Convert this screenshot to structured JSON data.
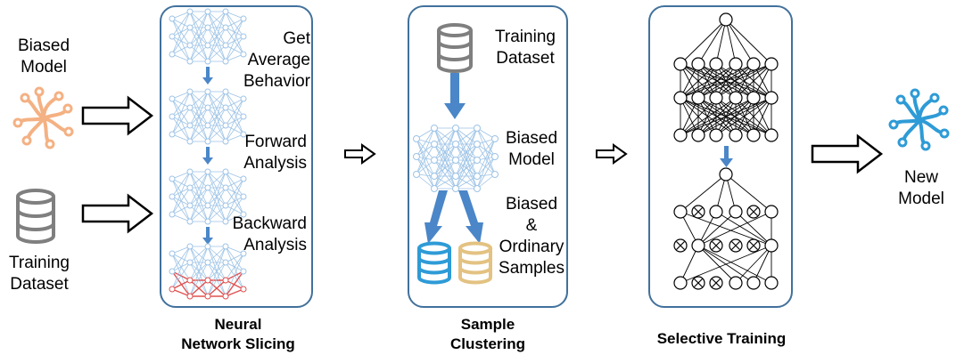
{
  "inputs": {
    "model_label_line1": "Biased",
    "model_label_line2": "Model",
    "dataset_label_line1": "Training",
    "dataset_label_line2": "Dataset"
  },
  "slicing": {
    "step1_line1": "Get",
    "step1_line2": "Average",
    "step1_line3": "Behavior",
    "step2_line1": "Forward",
    "step2_line2": "Analysis",
    "step3_line1": "Backward",
    "step3_line2": "Analysis",
    "caption_line1": "Neural",
    "caption_line2": "Network Slicing"
  },
  "clustering": {
    "dataset_line1": "Training",
    "dataset_line2": "Dataset",
    "model_line1": "Biased",
    "model_line2": "Model",
    "samples_line1": "Biased",
    "samples_line2": "&",
    "samples_line3": "Ordinary",
    "samples_line4": "Samples",
    "caption_line1": "Sample",
    "caption_line2": "Clustering"
  },
  "training": {
    "caption": "Selective Training"
  },
  "output": {
    "label_line1": "New",
    "label_line2": "Model"
  },
  "colors": {
    "panel_border": "#41719c",
    "arrow_blue": "#4a86c8",
    "network_blue": "#9dc3e6",
    "slice_red": "#e05050",
    "biased_model": "#f4b183",
    "new_model": "#2e9bd6",
    "database_gray": "#7f7f7f",
    "database_blue": "#2e9bd6",
    "database_gold": "#e3c282"
  }
}
